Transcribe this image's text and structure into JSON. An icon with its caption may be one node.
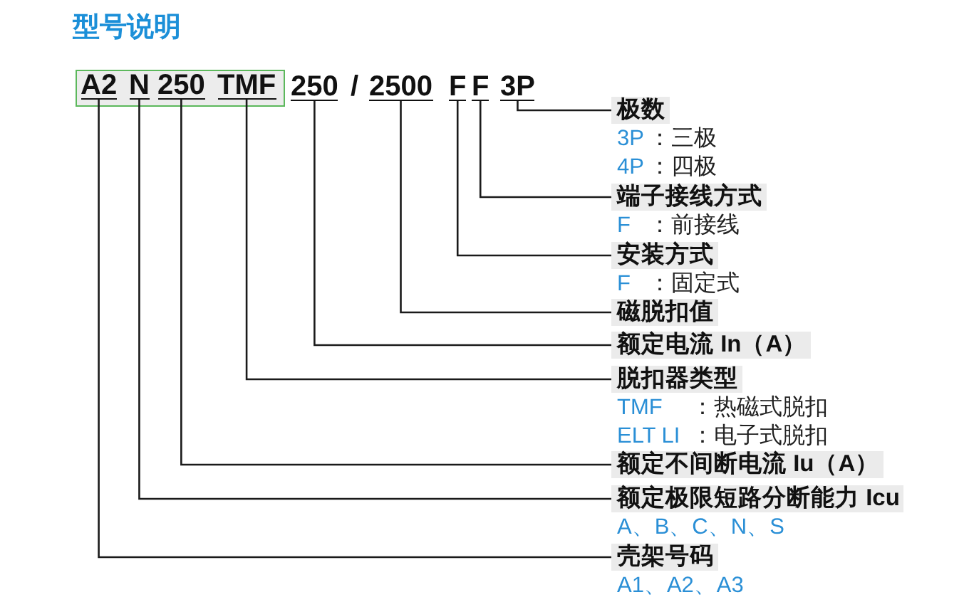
{
  "diagram": {
    "title": "型号说明",
    "nodes": [
      {
        "text": [],
        "shape": "box"
      },
      {
        "text": [
          "A2"
        ],
        "in": 0
      },
      {
        "text": [
          "N"
        ],
        "in": 0
      },
      {
        "text": [
          "250"
        ],
        "in": 0
      },
      {
        "text": [
          "TMF"
        ],
        "in": 0
      },
      {
        "text": [
          "250"
        ]
      },
      {
        "text": [
          "2500"
        ]
      },
      {
        "text": [
          "F"
        ]
      },
      {
        "text": [
          "F"
        ]
      },
      {
        "text": [
          "3P"
        ]
      },
      {
        "text": [
          "极数"
        ],
        "beside": [
          "3P",
          "：三极",
          "4P",
          "：四极"
        ]
      },
      {
        "text": [
          "端子接线方式"
        ],
        "beside": [
          "F",
          "：前接线"
        ]
      },
      {
        "text": [
          "安装方式"
        ],
        "beside": [
          "F",
          "：固定式"
        ]
      },
      {
        "text": [
          "磁脱扣值"
        ]
      },
      {
        "text": [
          "额定电流 In（A）"
        ]
      },
      {
        "text": [
          "脱扣器类型"
        ],
        "beside": [
          "TMF",
          "：热磁式脱扣",
          "ELT LI",
          "：电子式脱扣"
        ]
      },
      {
        "text": [
          "额定不间断电流 Iu（A）"
        ]
      },
      {
        "text": [
          "额定极限短路分断能力 Icu"
        ],
        "beside": [
          "A、B、C、N、S"
        ]
      },
      {
        "text": [
          "壳架号码"
        ],
        "beside": [
          "A1、A2、A3"
        ]
      }
    ],
    "edges": [
      {
        "from": 1,
        "to": 18,
        "arrow": "none"
      },
      {
        "from": 2,
        "to": 17,
        "arrow": "none"
      },
      {
        "from": 3,
        "to": 16,
        "arrow": "none"
      },
      {
        "from": 4,
        "to": 15,
        "arrow": "none"
      },
      {
        "from": 5,
        "to": 14,
        "arrow": "none"
      },
      {
        "from": 6,
        "to": 13,
        "arrow": "none"
      },
      {
        "from": 7,
        "to": 12,
        "arrow": "none"
      },
      {
        "from": 8,
        "to": 11,
        "arrow": "none"
      },
      {
        "from": 9,
        "to": 10,
        "arrow": "none"
      }
    ],
    "labels": [
      "/"
    ]
  }
}
